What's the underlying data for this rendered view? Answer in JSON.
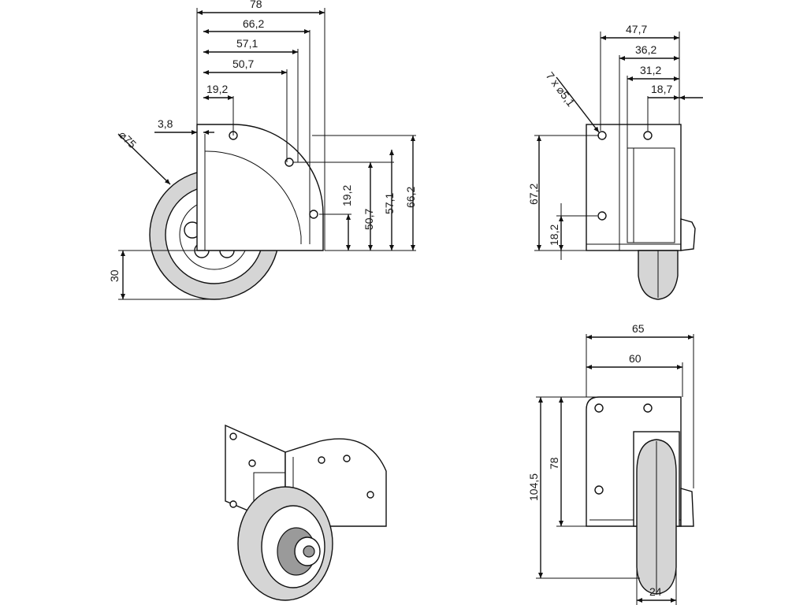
{
  "side_view": {
    "dims_top": [
      "78",
      "66,2",
      "57,1",
      "50,7",
      "19,2",
      "3,8"
    ],
    "dims_right": [
      "19,2",
      "50,7",
      "57,1",
      "66,2"
    ],
    "wheel_diameter": "⌀75",
    "offset_left": "30"
  },
  "end_view": {
    "dims_top": [
      "47,7",
      "36,2",
      "31,2",
      "18,7"
    ],
    "holes_note": "7 x ⌀5,1",
    "dims_left": [
      "67,2",
      "18,2"
    ]
  },
  "front_view": {
    "dims_top": [
      "65",
      "60"
    ],
    "dims_left": [
      "104,5",
      "78"
    ],
    "dim_bottom": "24"
  }
}
